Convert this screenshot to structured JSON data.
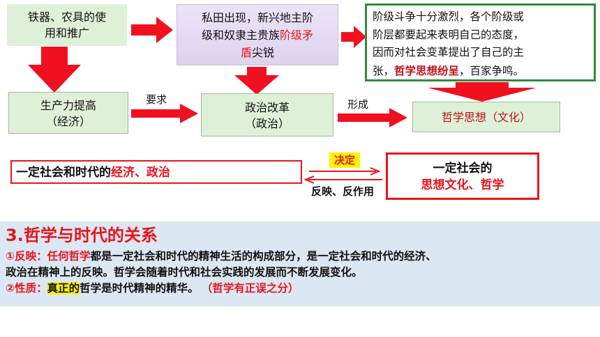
{
  "diagram": {
    "box_tools": {
      "line1": "铁器、农具的使",
      "line2": "用和推广"
    },
    "box_land": {
      "line1": "私田出现，新兴地主阶",
      "line2_prefix": "级和奴隶主贵族",
      "line2_red": "阶级矛",
      "line3_red": "盾",
      "line3_rest": "尖锐"
    },
    "box_class": {
      "line1": "阶级斗争十分激烈，各个阶级或",
      "line2": "阶层都要起来表明自己的态度，",
      "line3": "因而对社会变革提出了自己的主",
      "line4_prefix": "张，",
      "line4_red": "哲学思想纷呈",
      "line4_suffix": "，百家争鸣。"
    },
    "box_productivity": {
      "line1": "生产力提高",
      "line2": "（经济）"
    },
    "label_require": "要求",
    "box_politics": {
      "line1": "政治改革",
      "line2": "（政治）"
    },
    "label_form": "形成",
    "box_philosophy": {
      "text": "哲学思想（文化）"
    },
    "box_econ_politics": {
      "prefix": "一定社会和时代的",
      "red": "经济、政治"
    },
    "label_decide": "决定",
    "label_reflect": "反映、反作用",
    "box_culture": {
      "line1": "一定社会的",
      "line2": "思想文化、哲学"
    }
  },
  "section": {
    "heading": "3.哲学与时代的关系",
    "p1_red": "①反映：任何哲学",
    "p1_rest": "都是一定社会和时代的精神生活的构成部分，是一定社会和时代的经济、",
    "p2": "政治在精神上的反映。哲学会随着时代和社会实践的发展而不断发展变化。",
    "p3_red": "②性质：",
    "p3_highlight": "真正的",
    "p3_mid": "哲学是时代精神的精华。",
    "p3_note": "（哲学有正误之分）"
  },
  "colors": {
    "arrow_red": "#f01020",
    "green_fill": "#dff0d8",
    "green_border": "#2e8b3a",
    "purple_fill": "#e4dcf3",
    "panel_bg": "#dbe7f2",
    "highlight": "#fff200"
  }
}
